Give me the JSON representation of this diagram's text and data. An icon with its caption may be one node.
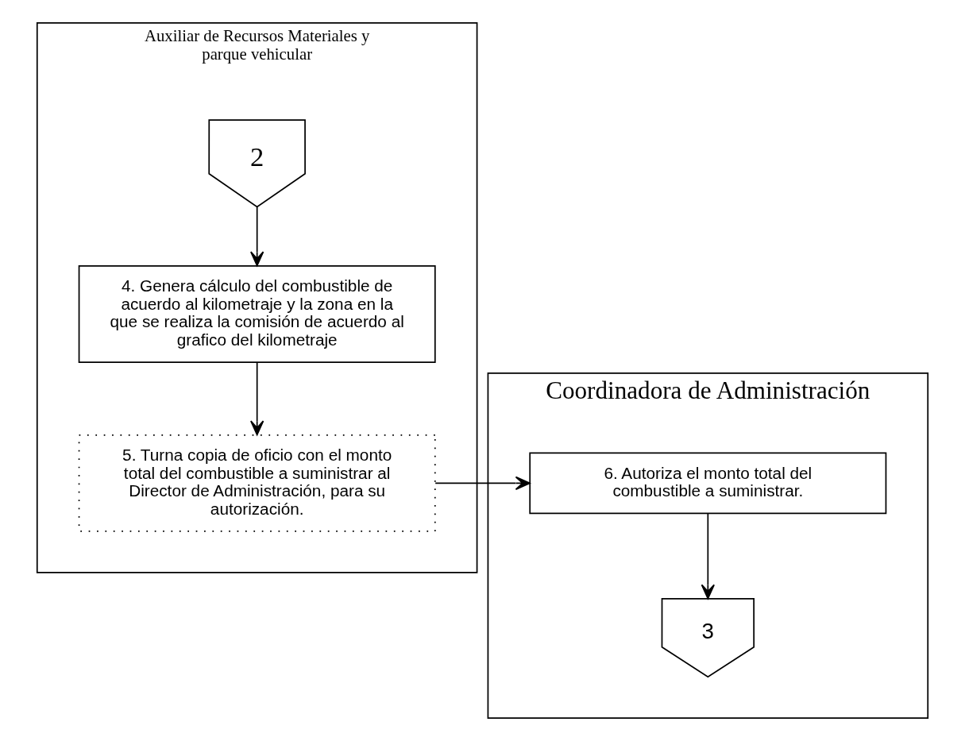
{
  "diagram": {
    "nodes": [
      {
        "text": [
          "Auxiliar de Recursos Materiales y parque vehicular"
        ]
      },
      {
        "text": [
          "Coordinadora de Administración"
        ]
      },
      {
        "text": [
          "2"
        ],
        "in": 0
      },
      {
        "text": [
          "4. Genera cálculo del combustible de acuerdo al kilometraje y la zona en la que se realiza la comisión de acuerdo al grafico del kilometraje"
        ],
        "in": 0
      },
      {
        "text": [
          "5. Turna copia de oficio con el monto total del combustible a suministrar al Director de Administración, para su autorización."
        ],
        "in": 0
      },
      {
        "text": [
          "6. Autoriza el monto total del combustible a suministrar."
        ],
        "in": 1
      },
      {
        "text": [
          "3"
        ],
        "in": 1
      }
    ],
    "edges": [
      {
        "from": 2,
        "to": 3,
        "arrow": "to"
      },
      {
        "from": 3,
        "to": 4,
        "arrow": "to"
      },
      {
        "from": 4,
        "to": 5,
        "arrow": "to"
      },
      {
        "from": 5,
        "to": 6,
        "arrow": "to"
      }
    ]
  }
}
